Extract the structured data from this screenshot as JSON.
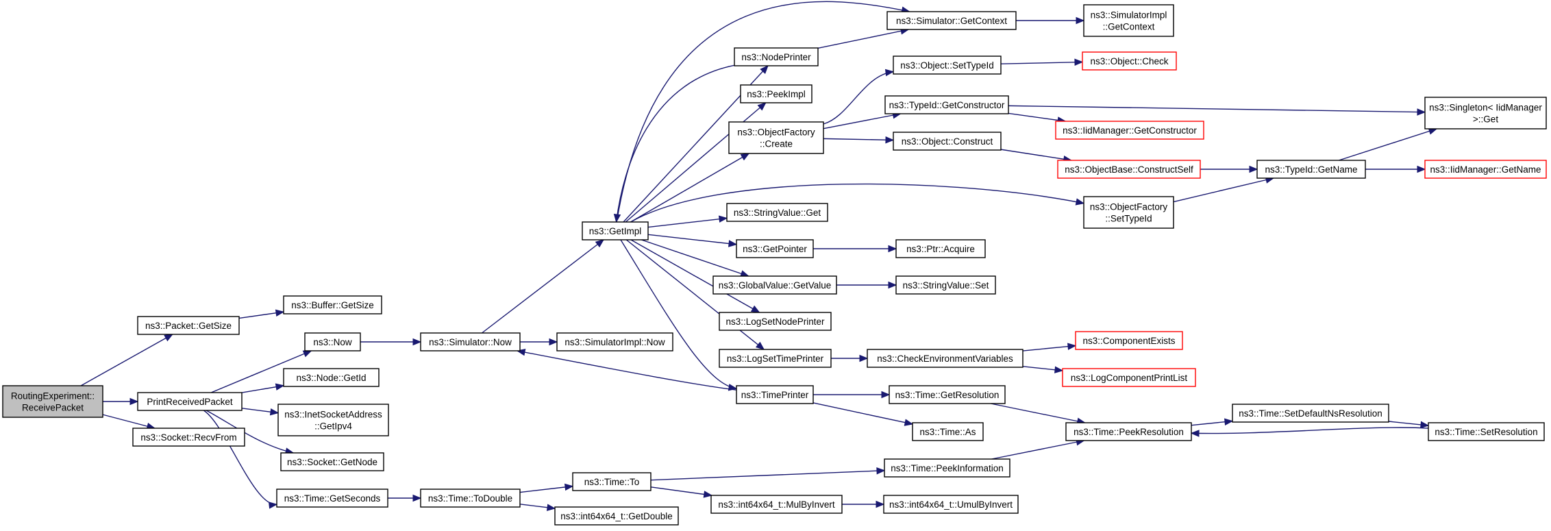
{
  "colors": {
    "edge": "#191970",
    "box_border": "#000000",
    "undocumented_border": "#ff0000",
    "root_fill": "#bfbfbf"
  },
  "nodes": [
    {
      "id": "routing",
      "lines": [
        "RoutingExperiment::",
        "ReceivePacket"
      ],
      "style": "root"
    },
    {
      "id": "packet_getsize",
      "lines": [
        "ns3::Packet::GetSize"
      ],
      "style": "normal"
    },
    {
      "id": "buffer_getsize",
      "lines": [
        "ns3::Buffer::GetSize"
      ],
      "style": "normal"
    },
    {
      "id": "printreceived",
      "lines": [
        "PrintReceivedPacket"
      ],
      "style": "normal"
    },
    {
      "id": "socket_recvfrom",
      "lines": [
        "ns3::Socket::RecvFrom"
      ],
      "style": "normal"
    },
    {
      "id": "now",
      "lines": [
        "ns3::Now"
      ],
      "style": "normal"
    },
    {
      "id": "node_getid",
      "lines": [
        "ns3::Node::GetId"
      ],
      "style": "normal"
    },
    {
      "id": "inet_getipv4",
      "lines": [
        "ns3::InetSocketAddress",
        "::GetIpv4"
      ],
      "style": "normal"
    },
    {
      "id": "socket_getnode",
      "lines": [
        "ns3::Socket::GetNode"
      ],
      "style": "normal"
    },
    {
      "id": "time_getseconds",
      "lines": [
        "ns3::Time::GetSeconds"
      ],
      "style": "normal"
    },
    {
      "id": "sim_now",
      "lines": [
        "ns3::Simulator::Now"
      ],
      "style": "normal"
    },
    {
      "id": "simimpl_now",
      "lines": [
        "ns3::SimulatorImpl::Now"
      ],
      "style": "normal"
    },
    {
      "id": "time_todouble",
      "lines": [
        "ns3::Time::ToDouble"
      ],
      "style": "normal"
    },
    {
      "id": "int_getdouble",
      "lines": [
        "ns3::int64x64_t::GetDouble"
      ],
      "style": "normal"
    },
    {
      "id": "getimpl",
      "lines": [
        "ns3::GetImpl"
      ],
      "style": "normal"
    },
    {
      "id": "time_to",
      "lines": [
        "ns3::Time::To"
      ],
      "style": "normal"
    },
    {
      "id": "nodeprinter",
      "lines": [
        "ns3::NodePrinter"
      ],
      "style": "normal"
    },
    {
      "id": "peekimpl",
      "lines": [
        "ns3::PeekImpl"
      ],
      "style": "normal"
    },
    {
      "id": "objfactory_create",
      "lines": [
        "ns3::ObjectFactory",
        "::Create"
      ],
      "style": "normal"
    },
    {
      "id": "stringvalue_get",
      "lines": [
        "ns3::StringValue::Get"
      ],
      "style": "normal"
    },
    {
      "id": "getpointer",
      "lines": [
        "ns3::GetPointer"
      ],
      "style": "normal"
    },
    {
      "id": "globalvalue_getvalue",
      "lines": [
        "ns3::GlobalValue::GetValue"
      ],
      "style": "normal"
    },
    {
      "id": "logsetnodeprinter",
      "lines": [
        "ns3::LogSetNodePrinter"
      ],
      "style": "normal"
    },
    {
      "id": "logsettimeprinter",
      "lines": [
        "ns3::LogSetTimePrinter"
      ],
      "style": "normal"
    },
    {
      "id": "timeprinter",
      "lines": [
        "ns3::TimePrinter"
      ],
      "style": "normal"
    },
    {
      "id": "int_mulbyinvert",
      "lines": [
        "ns3::int64x64_t::MulByInvert"
      ],
      "style": "normal"
    },
    {
      "id": "sim_getcontext",
      "lines": [
        "ns3::Simulator::GetContext"
      ],
      "style": "normal"
    },
    {
      "id": "object_settypeid",
      "lines": [
        "ns3::Object::SetTypeId"
      ],
      "style": "normal"
    },
    {
      "id": "typeid_getconstructor",
      "lines": [
        "ns3::TypeId::GetConstructor"
      ],
      "style": "normal"
    },
    {
      "id": "object_construct",
      "lines": [
        "ns3::Object::Construct"
      ],
      "style": "normal"
    },
    {
      "id": "ptr_acquire",
      "lines": [
        "ns3::Ptr::Acquire"
      ],
      "style": "normal"
    },
    {
      "id": "stringvalue_set",
      "lines": [
        "ns3::StringValue::Set"
      ],
      "style": "normal"
    },
    {
      "id": "checkenv",
      "lines": [
        "ns3::CheckEnvironmentVariables"
      ],
      "style": "normal"
    },
    {
      "id": "time_getresolution",
      "lines": [
        "ns3::Time::GetResolution"
      ],
      "style": "normal"
    },
    {
      "id": "time_as",
      "lines": [
        "ns3::Time::As"
      ],
      "style": "normal"
    },
    {
      "id": "time_peekinformation",
      "lines": [
        "ns3::Time::PeekInformation"
      ],
      "style": "normal"
    },
    {
      "id": "int_umulbyinvert",
      "lines": [
        "ns3::int64x64_t::UmulByInvert"
      ],
      "style": "normal"
    },
    {
      "id": "simimpl_getcontext",
      "lines": [
        "ns3::SimulatorImpl",
        "::GetContext"
      ],
      "style": "normal"
    },
    {
      "id": "object_check",
      "lines": [
        "ns3::Object::Check"
      ],
      "style": "red"
    },
    {
      "id": "iidmanager_getconstructor",
      "lines": [
        "ns3::IidManager::GetConstructor"
      ],
      "style": "red"
    },
    {
      "id": "objectbase_constructself",
      "lines": [
        "ns3::ObjectBase::ConstructSelf"
      ],
      "style": "red"
    },
    {
      "id": "objfactory_settypeid",
      "lines": [
        "ns3::ObjectFactory",
        "::SetTypeId"
      ],
      "style": "normal"
    },
    {
      "id": "componentexists",
      "lines": [
        "ns3::ComponentExists"
      ],
      "style": "red"
    },
    {
      "id": "logcomponentprintlist",
      "lines": [
        "ns3::LogComponentPrintList"
      ],
      "style": "red"
    },
    {
      "id": "time_peekresolution",
      "lines": [
        "ns3::Time::PeekResolution"
      ],
      "style": "normal"
    },
    {
      "id": "typeid_getname",
      "lines": [
        "ns3::TypeId::GetName"
      ],
      "style": "normal"
    },
    {
      "id": "time_setdefaultnsres",
      "lines": [
        "ns3::Time::SetDefaultNsResolution"
      ],
      "style": "normal"
    },
    {
      "id": "singleton_get",
      "lines": [
        "ns3::Singleton< IidManager",
        " >::Get"
      ],
      "style": "normal"
    },
    {
      "id": "iidmanager_getname",
      "lines": [
        "ns3::IidManager::GetName"
      ],
      "style": "red"
    },
    {
      "id": "time_setresolution",
      "lines": [
        "ns3::Time::SetResolution"
      ],
      "style": "normal"
    }
  ],
  "edges": [
    [
      "routing",
      "packet_getsize"
    ],
    [
      "routing",
      "printreceived"
    ],
    [
      "routing",
      "socket_recvfrom"
    ],
    [
      "packet_getsize",
      "buffer_getsize"
    ],
    [
      "printreceived",
      "now"
    ],
    [
      "printreceived",
      "node_getid"
    ],
    [
      "printreceived",
      "inet_getipv4"
    ],
    [
      "printreceived",
      "socket_getnode"
    ],
    [
      "printreceived",
      "time_getseconds"
    ],
    [
      "now",
      "sim_now"
    ],
    [
      "sim_now",
      "getimpl"
    ],
    [
      "sim_now",
      "simimpl_now"
    ],
    [
      "time_getseconds",
      "time_todouble"
    ],
    [
      "time_todouble",
      "time_to"
    ],
    [
      "time_todouble",
      "int_getdouble"
    ],
    [
      "time_to",
      "time_peekinformation"
    ],
    [
      "time_to",
      "int_mulbyinvert"
    ],
    [
      "int_mulbyinvert",
      "int_umulbyinvert"
    ],
    [
      "getimpl",
      "nodeprinter"
    ],
    [
      "getimpl",
      "peekimpl"
    ],
    [
      "getimpl",
      "objfactory_create"
    ],
    [
      "getimpl",
      "stringvalue_get"
    ],
    [
      "getimpl",
      "getpointer"
    ],
    [
      "getimpl",
      "globalvalue_getvalue"
    ],
    [
      "getimpl",
      "logsetnodeprinter"
    ],
    [
      "getimpl",
      "logsettimeprinter"
    ],
    [
      "getimpl",
      "timeprinter"
    ],
    [
      "getimpl",
      "objfactory_settypeid"
    ],
    [
      "getimpl",
      "sim_getcontext"
    ],
    [
      "nodeprinter",
      "getimpl"
    ],
    [
      "nodeprinter",
      "sim_getcontext"
    ],
    [
      "sim_getcontext",
      "simimpl_getcontext"
    ],
    [
      "objfactory_create",
      "object_settypeid"
    ],
    [
      "objfactory_create",
      "typeid_getconstructor"
    ],
    [
      "objfactory_create",
      "object_construct"
    ],
    [
      "object_settypeid",
      "object_check"
    ],
    [
      "typeid_getconstructor",
      "iidmanager_getconstructor"
    ],
    [
      "typeid_getconstructor",
      "singleton_get"
    ],
    [
      "object_construct",
      "objectbase_constructself"
    ],
    [
      "objectbase_constructself",
      "typeid_getname"
    ],
    [
      "objfactory_settypeid",
      "typeid_getname"
    ],
    [
      "typeid_getname",
      "singleton_get"
    ],
    [
      "typeid_getname",
      "iidmanager_getname"
    ],
    [
      "getpointer",
      "ptr_acquire"
    ],
    [
      "globalvalue_getvalue",
      "stringvalue_set"
    ],
    [
      "logsettimeprinter",
      "checkenv"
    ],
    [
      "checkenv",
      "componentexists"
    ],
    [
      "checkenv",
      "logcomponentprintlist"
    ],
    [
      "timeprinter",
      "sim_now"
    ],
    [
      "timeprinter",
      "time_getresolution"
    ],
    [
      "timeprinter",
      "time_as"
    ],
    [
      "time_getresolution",
      "time_peekresolution"
    ],
    [
      "time_peekinformation",
      "time_peekresolution"
    ],
    [
      "time_peekresolution",
      "time_setdefaultnsres"
    ],
    [
      "time_setdefaultnsres",
      "time_setresolution"
    ],
    [
      "time_setresolution",
      "time_peekresolution"
    ]
  ]
}
